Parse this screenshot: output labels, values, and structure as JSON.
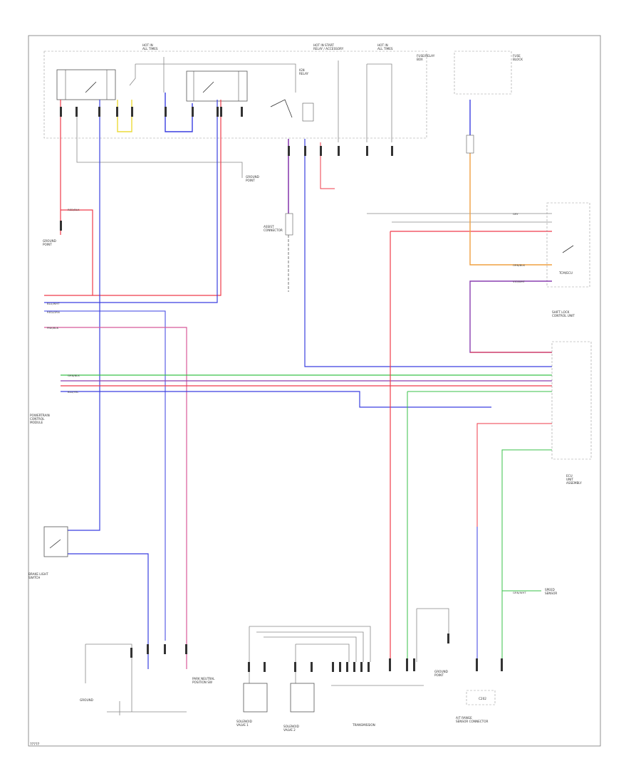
{
  "diagram": {
    "footer_code": "?????",
    "labels": {
      "hot_left": "HOT IN\nALL TIMES",
      "hot_mid": "HOT IN START\nRELAY / ACCESSORY",
      "hot_right": "HOT IN\nALL TIMES",
      "fuse_box_left": "FUSE/RELAY\nBOX",
      "fuse_box_right": "FUSE\nBLOCK",
      "relay_ign": "IGN\nRELAY",
      "ground_left": "GROUND\nPOINT",
      "ground_mid": "GROUND\nPOINT",
      "conn_mid": "ASSIST\nCONNECTOR",
      "module_right": "SHIFT LOCK\nCONTROL UNIT",
      "right_box_label": "TCM/ECU",
      "left_module": "POWERTRAIN\nCONTROL\nMODULE",
      "right_module_lower": "ECU\nUNIT\nASSEMBLY",
      "bottom_left_switch": "BRAKE LIGHT\nSWITCH",
      "bottom_left_gnd": "GROUND",
      "bottom_mid_left": "PARK NEUTRAL\nPOSITION SW",
      "bottom_block_1": "SOLENOID\nVALVE 1",
      "bottom_block_2": "SOLENOID\nVALVE 2",
      "bottom_center": "TRANSMISSION",
      "bottom_right_gnd": "GROUND\nPOINT",
      "bottom_far_right": "A/T RANGE\nSENSOR CONNECTOR",
      "right_signal": "SPEED\nSENSOR",
      "right_connector": "C202"
    },
    "wire_labels": {
      "w1": "RED/BLK",
      "w2": "BLU/WHT",
      "w3": "RED/GRN",
      "w4": "GRN/BLK",
      "w5": "BLU/YEL",
      "w6": "PNK/BLK",
      "w7": "GRY",
      "w8": "VIO/WHT",
      "w9": "ORN/BLK",
      "w10": "GRN/WHT"
    },
    "colors": {
      "red": "#ef3b4a",
      "blue": "#3a3fe0",
      "green": "#39c24a",
      "yellow": "#ecdc3a",
      "orange": "#f0a040",
      "purple": "#8a3fb0",
      "gray": "#777777"
    }
  }
}
